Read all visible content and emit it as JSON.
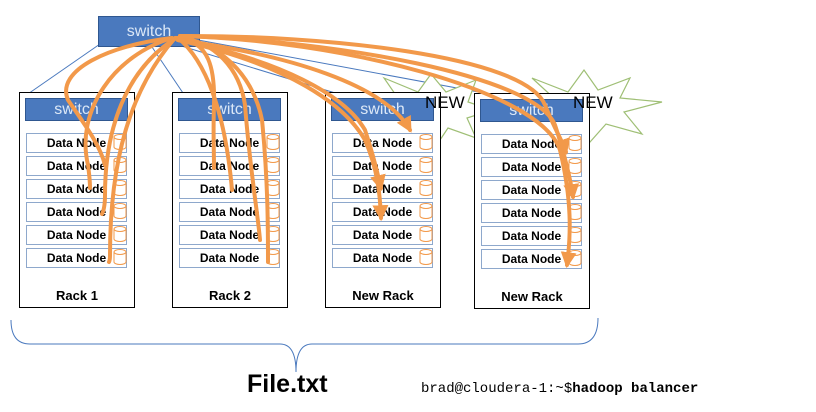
{
  "top_switch": {
    "label": "switch"
  },
  "racks": [
    {
      "name": "Rack 1",
      "switch_label": "switch",
      "is_new": false,
      "nodes": [
        "Data Node",
        "Data Node",
        "Data Node",
        "Data Node",
        "Data Node",
        "Data Node"
      ]
    },
    {
      "name": "Rack 2",
      "switch_label": "switch",
      "is_new": false,
      "nodes": [
        "Data Node",
        "Data Node",
        "Data Node",
        "Data Node",
        "Data Node",
        "Data Node"
      ]
    },
    {
      "name": "New Rack",
      "switch_label": "switch",
      "is_new": true,
      "badge": "NEW",
      "nodes": [
        "Data Node",
        "Data Node",
        "Data Node",
        "Data Node",
        "Data Node",
        "Data Node"
      ]
    },
    {
      "name": "New Rack",
      "switch_label": "switch",
      "is_new": true,
      "badge": "NEW",
      "nodes": [
        "Data Node",
        "Data Node",
        "Data Node",
        "Data Node",
        "Data Node",
        "Data Node"
      ]
    }
  ],
  "file_label": "File.txt",
  "command": {
    "prompt": "brad@cloudera-1:~$",
    "text": "hadoop balancer"
  },
  "colors": {
    "switch_fill": "#4a79be",
    "arrow": "#f2994a",
    "node_border": "#8ea8cc",
    "link": "#4a79be"
  }
}
